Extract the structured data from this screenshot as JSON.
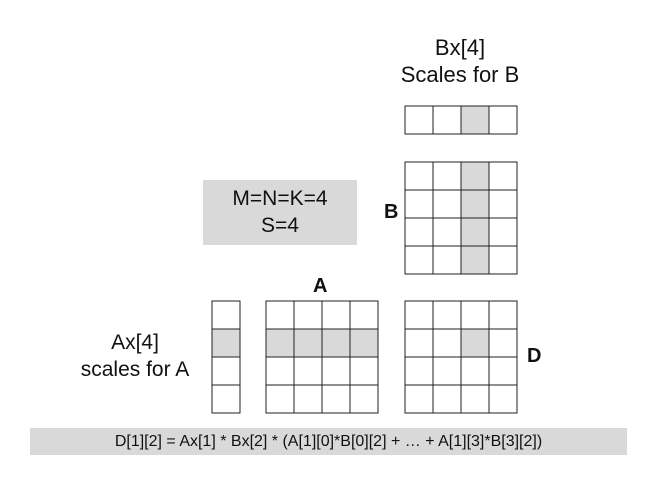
{
  "scales_b": {
    "line1": "Bx[4]",
    "line2": "Scales for B"
  },
  "params": {
    "line1": "M=N=K=4",
    "line2": "S=4"
  },
  "labels": {
    "a": "A",
    "b": "B",
    "d": "D"
  },
  "scales_a": {
    "line1": "Ax[4]",
    "line2": "scales for A"
  },
  "formula": "D[1][2] = Ax[1] * Bx[2] * (A[1][0]*B[0][2] + … + A[1][3]*B[3][2])",
  "colors": {
    "highlight": "#d9d9d9",
    "border": "#222222"
  },
  "grids": {
    "bx": {
      "rows": 1,
      "cols": 4,
      "highlight": [
        [
          0,
          2
        ]
      ]
    },
    "b": {
      "rows": 4,
      "cols": 4,
      "highlight": [
        [
          0,
          2
        ],
        [
          1,
          2
        ],
        [
          2,
          2
        ],
        [
          3,
          2
        ]
      ]
    },
    "ax": {
      "rows": 4,
      "cols": 1,
      "highlight": [
        [
          1,
          0
        ]
      ]
    },
    "a": {
      "rows": 4,
      "cols": 4,
      "highlight": [
        [
          1,
          0
        ],
        [
          1,
          1
        ],
        [
          1,
          2
        ],
        [
          1,
          3
        ]
      ]
    },
    "d": {
      "rows": 4,
      "cols": 4,
      "highlight": [
        [
          1,
          2
        ]
      ]
    }
  }
}
